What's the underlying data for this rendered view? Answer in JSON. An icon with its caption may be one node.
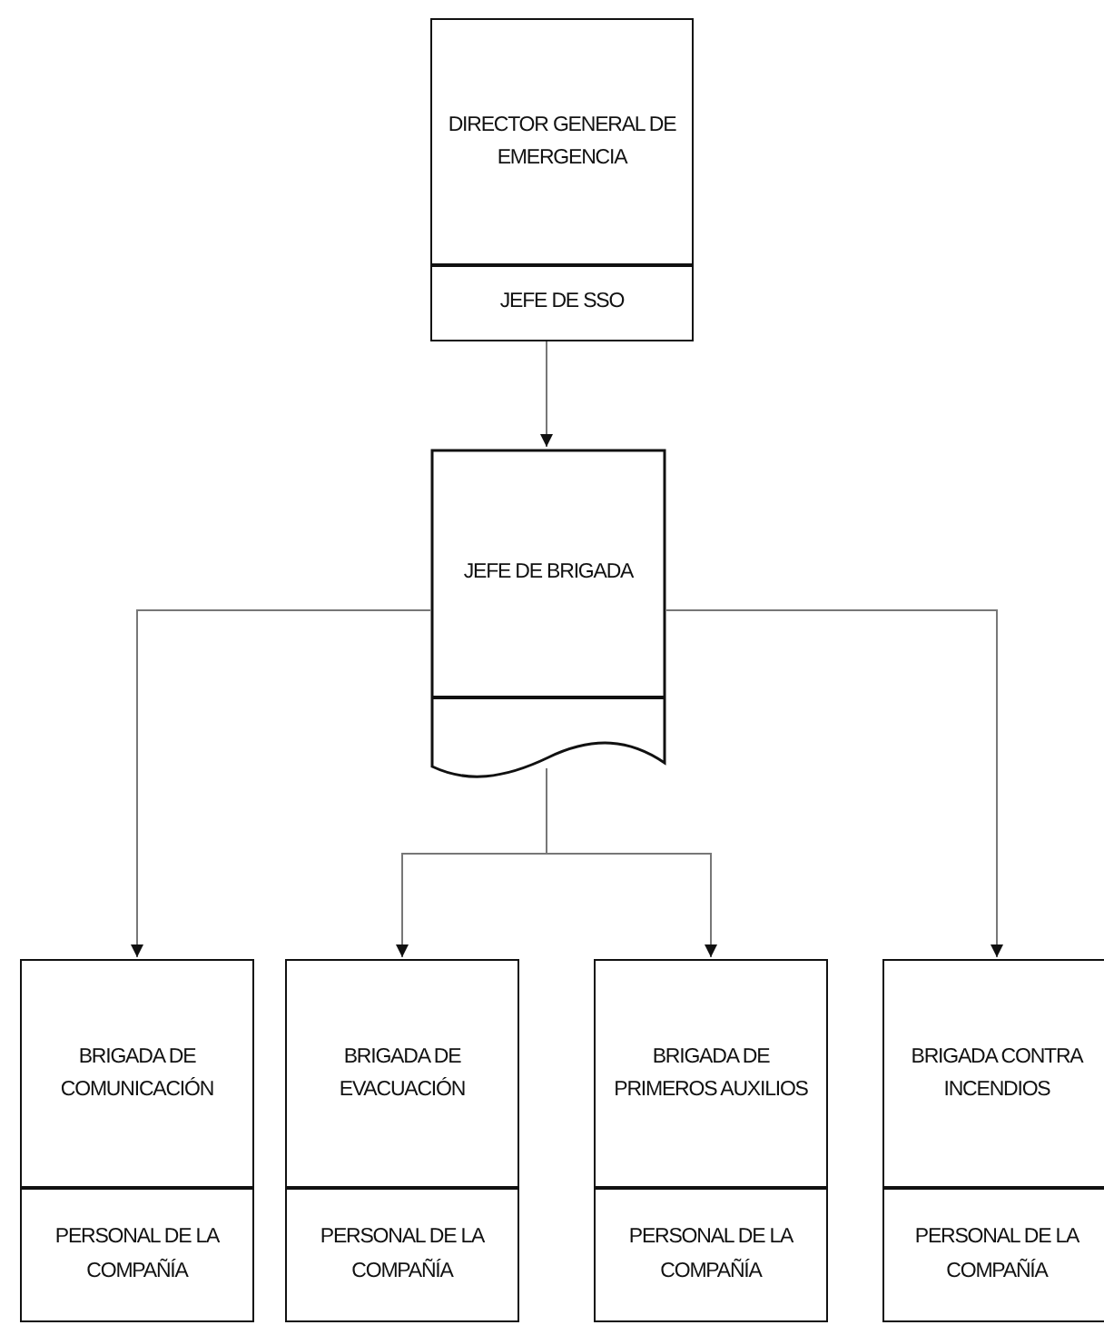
{
  "diagram": {
    "nodes": [
      {
        "text": [
          "DIRECTOR  GENERAL DE EMERGENCIA",
          "JEFE DE SSO"
        ]
      },
      {
        "text": [
          "JEFE DE BRIGADA"
        ]
      },
      {
        "text": [
          "BRIGADA DE COMUNICACIÓN",
          "PERSONAL DE LA COMPAÑÍA"
        ]
      },
      {
        "text": [
          "BRIGADA DE EVACUACIÓN",
          "PERSONAL DE LA COMPAÑÍA"
        ]
      },
      {
        "text": [
          "BRIGADA DE PRIMEROS AUXILIOS",
          "PERSONAL DE LA COMPAÑÍA"
        ]
      },
      {
        "text": [
          "BRIGADA CONTRA INCENDIOS",
          "PERSONAL DE LA COMPAÑÍA"
        ]
      }
    ],
    "edges": [
      {
        "from": 0,
        "to": 1,
        "arrow": "to"
      },
      {
        "from": 1,
        "to": 2,
        "arrow": "to"
      },
      {
        "from": 1,
        "to": 3,
        "arrow": "to"
      },
      {
        "from": 1,
        "to": 4,
        "arrow": "to"
      },
      {
        "from": 1,
        "to": 5,
        "arrow": "to"
      }
    ]
  }
}
